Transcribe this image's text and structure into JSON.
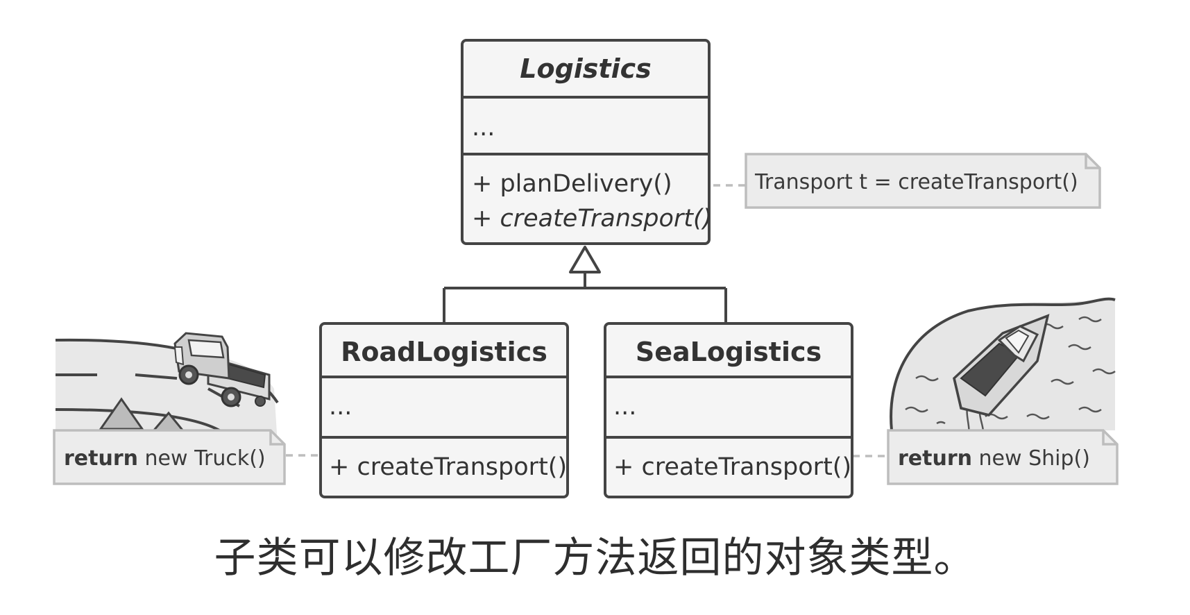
{
  "diagram": {
    "parent_class": {
      "name": "Logistics",
      "fields": "...",
      "method_1": "+ planDelivery()",
      "method_2": "+ createTransport()"
    },
    "subclass_road": {
      "name": "RoadLogistics",
      "fields": "...",
      "method_1": "+ createTransport()"
    },
    "subclass_sea": {
      "name": "SeaLogistics",
      "fields": "...",
      "method_1": "+ createTransport()"
    },
    "note_plan": {
      "text": "Transport t = createTransport()"
    },
    "note_truck": {
      "keyword": "return",
      "text": " new Truck()"
    },
    "note_ship": {
      "keyword": "return",
      "text": " new Ship()"
    }
  },
  "caption": "子类可以修改工厂方法返回的对象类型。",
  "colors": {
    "border": "#444444",
    "box_fill": "#f5f5f5",
    "note_fill": "#eeeeee",
    "note_border": "#bbbbbb",
    "illustration_fill": "#e6e6e6",
    "dark_cargo": "#555555"
  },
  "icons": [
    "truck-illustration",
    "road-illustration",
    "ship-illustration",
    "sea-illustration",
    "tree-icon",
    "inheritance-arrow-icon"
  ]
}
